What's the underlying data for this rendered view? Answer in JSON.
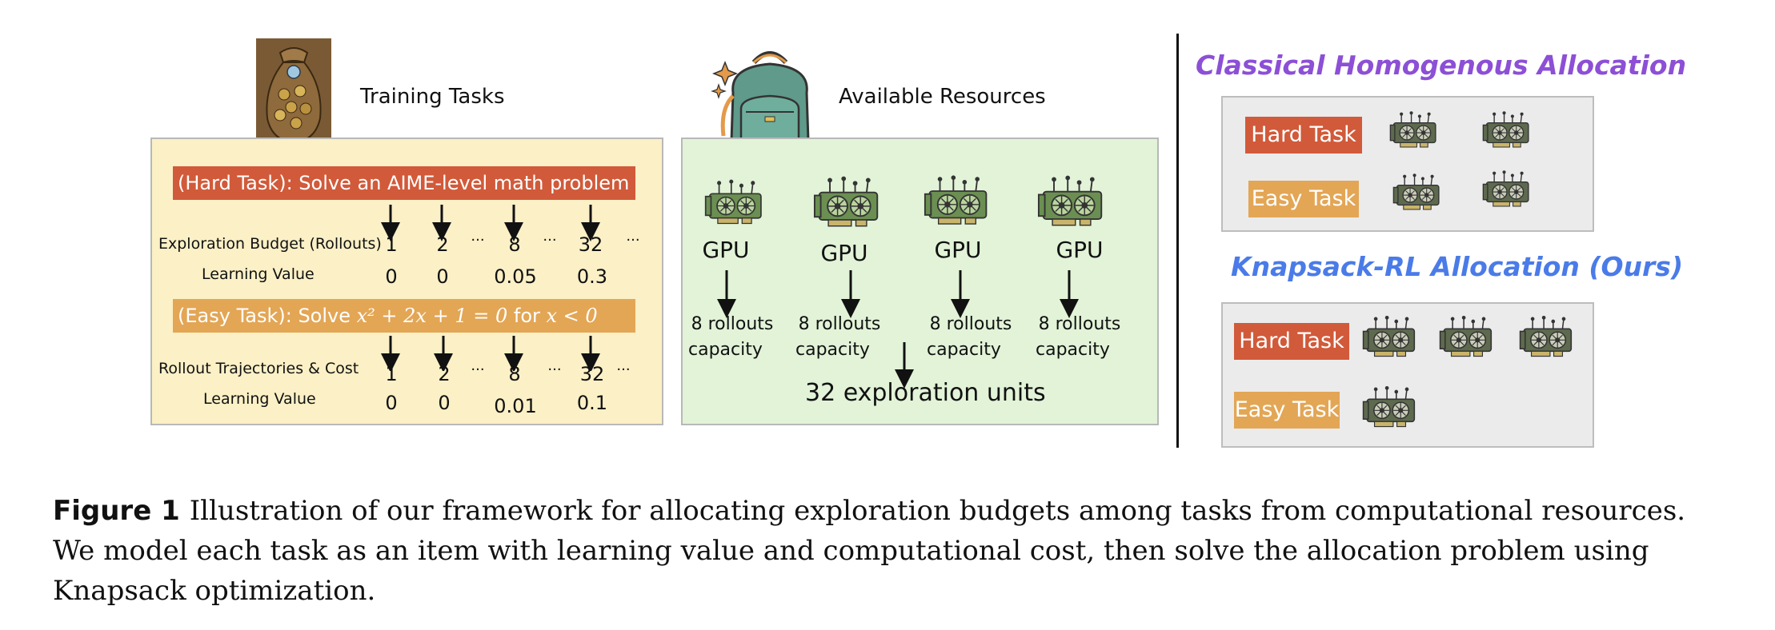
{
  "left_panel": {
    "header": "Training Tasks",
    "hard_task_label": "(Hard Task): Solve an AIME-level math problem",
    "easy_task_label_prefix": "(Easy Task): Solve ",
    "easy_task_equation": "x² + 2x + 1 = 0",
    "easy_task_label_mid": " for ",
    "easy_task_condition": "x < 0",
    "row1_label": "Exploration Budget (Rollouts)",
    "row2_label": "Learning Value",
    "row3_label": "Rollout Trajectories & Cost",
    "row4_label": "Learning Value",
    "budgets": [
      "1",
      "2",
      "···",
      "8",
      "···",
      "32",
      "···"
    ],
    "hard_values": [
      "0",
      "0",
      "0.05",
      "0.3"
    ],
    "easy_budgets": [
      "1",
      "2",
      "···",
      "8",
      "···",
      "32",
      "···"
    ],
    "easy_values": [
      "0",
      "0",
      "0.01",
      "0.1"
    ]
  },
  "middle_panel": {
    "header": "Available Resources",
    "gpu_label": "GPU",
    "capacity_line1": "8 rollouts",
    "capacity_line2": "capacity",
    "total": "32 exploration units"
  },
  "right_panel": {
    "classical_title": "Classical Homogenous Allocation",
    "knapsack_title": "Knapsack-RL Allocation (Ours)",
    "hard_task": "Hard Task",
    "easy_task": "Easy Task"
  },
  "caption": {
    "figure_label": "Figure 1",
    "line1": "Illustration of our framework for allocating exploration budgets among tasks from computational resources.",
    "line2": "We model each task as an item with learning value and computational cost, then solve the allocation problem using",
    "line3": "Knapsack optimization."
  },
  "colors": {
    "hard": "#d15a3a",
    "easy": "#e3a655",
    "yellow_panel": "#fbf0c6",
    "green_panel": "#e2f3d8",
    "gray_panel": "#ebebeb",
    "purple_title": "#8c4fd6",
    "blue_title": "#4a7be8",
    "gpu_green": "#6b8f52"
  }
}
